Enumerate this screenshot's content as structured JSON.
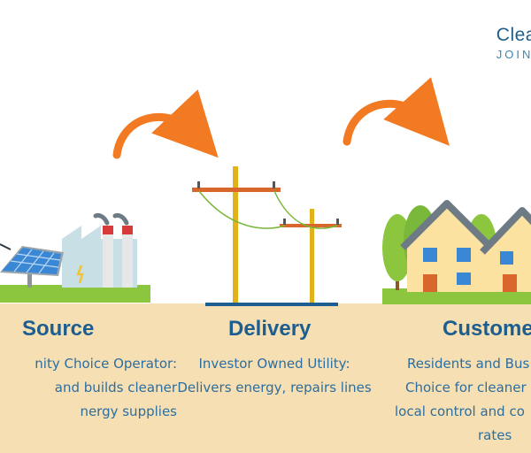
{
  "brand": {
    "name": "Clea",
    "tagline": "JOIN"
  },
  "columns": [
    {
      "key": "source",
      "title": "Source",
      "lines": [
        "nity Choice Operator:",
        "and builds cleaner",
        "nergy supplies"
      ]
    },
    {
      "key": "delivery",
      "title": "Delivery",
      "lines": [
        "Investor Owned Utility:",
        "Delivers energy, repairs lines"
      ]
    },
    {
      "key": "customer",
      "title": "Custome",
      "lines": [
        "Residents and Bus",
        "Choice for cleaner",
        "local control and co",
        "rates"
      ]
    }
  ],
  "colors": {
    "title": "#1d5e91",
    "text": "#2c6ea0",
    "arrow": "#f27a22",
    "ground": "#f6dfb3",
    "grass": "#8cc63f",
    "pole": "#e0b21b",
    "crossarm": "#d9662a",
    "wire": "#7ab83c",
    "roof": "#6e7b85",
    "house_wall": "#fbe2a0",
    "tree": "#8cc63f",
    "panel": "#3a87d6"
  },
  "icons": [
    "solar-panel-icon",
    "factory-icon",
    "power-pole-icon",
    "house-icon",
    "tree-icon",
    "curved-arrow-icon"
  ]
}
